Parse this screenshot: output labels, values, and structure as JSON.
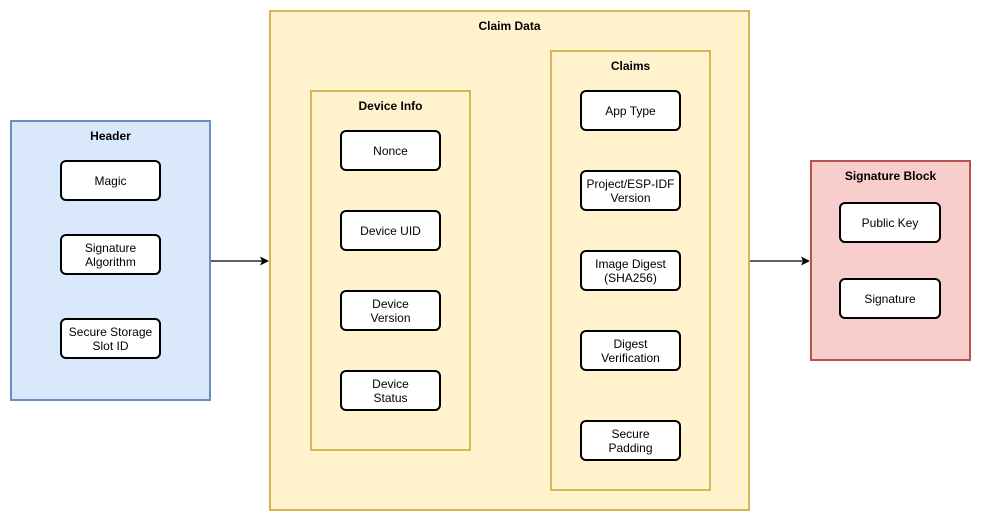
{
  "header": {
    "title": "Header",
    "items": [
      "Magic",
      "Signature\nAlgorithm",
      "Secure Storage\nSlot ID"
    ]
  },
  "claim_data": {
    "title": "Claim Data",
    "device_info": {
      "title": "Device Info",
      "items": [
        "Nonce",
        "Device UID",
        "Device\nVersion",
        "Device\nStatus"
      ]
    },
    "claims": {
      "title": "Claims",
      "items": [
        "App Type",
        "Project/ESP-IDF\nVersion",
        "Image Digest\n(SHA256)",
        "Digest\nVerification",
        "Secure\nPadding"
      ]
    }
  },
  "signature_block": {
    "title": "Signature Block",
    "items": [
      "Public Key",
      "Signature"
    ]
  },
  "colors": {
    "header_fill": "#dae8fc",
    "header_stroke": "#6c8ebf",
    "claim_fill": "#fff2cc",
    "claim_stroke": "#d6b656",
    "signature_fill": "#f8cecc",
    "signature_stroke": "#b85450"
  }
}
